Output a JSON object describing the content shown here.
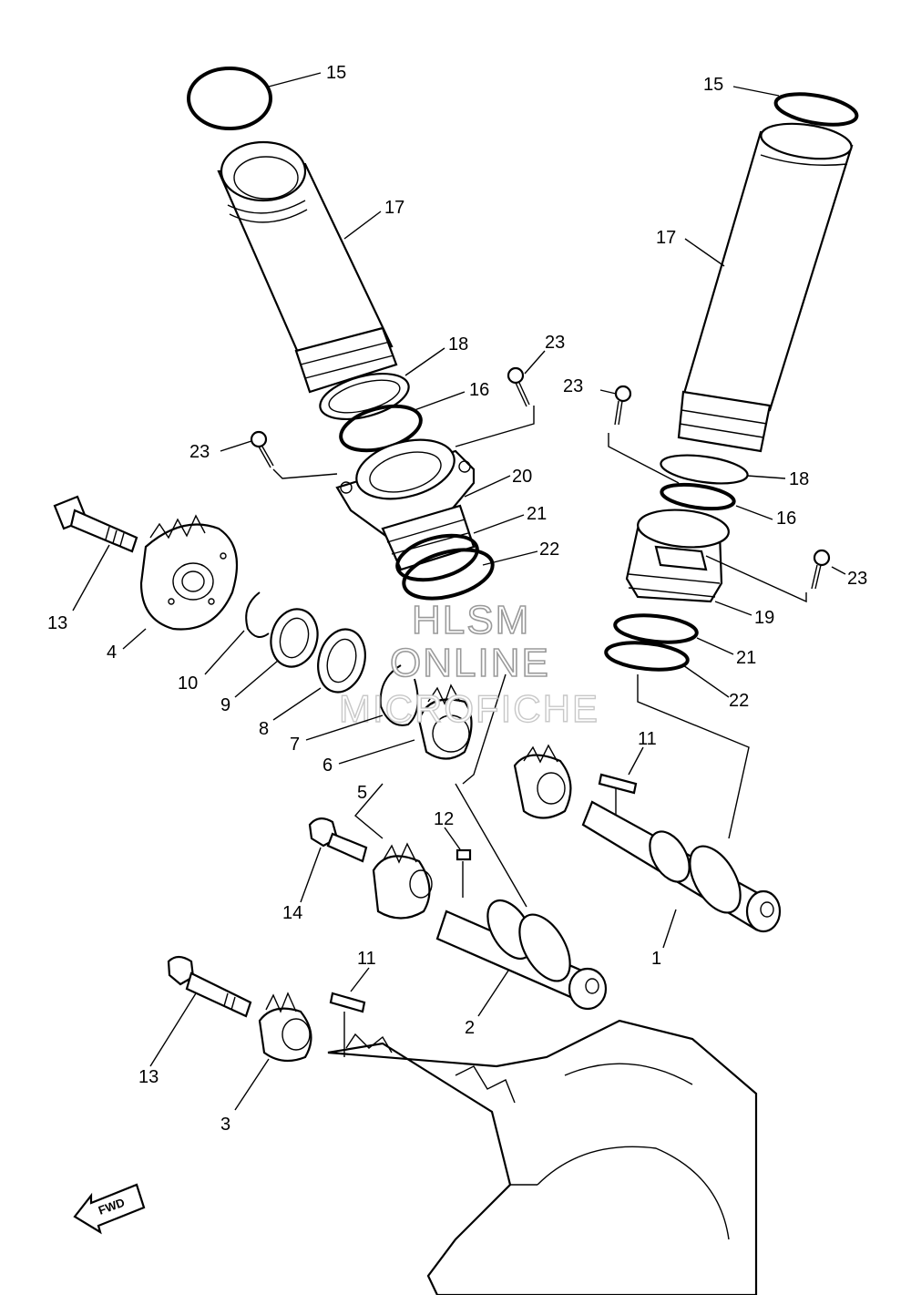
{
  "watermark": {
    "line1": "HLSM",
    "line2": "ONLINE",
    "line3": "MICROFICHE"
  },
  "direction_badge": "FWD",
  "callouts": {
    "c15a": "15",
    "c15b": "15",
    "c17a": "17",
    "c17b": "17",
    "c18a": "18",
    "c18b": "18",
    "c16a": "16",
    "c16b": "16",
    "c23a": "23",
    "c23b": "23",
    "c23c": "23",
    "c23d": "23",
    "c20": "20",
    "c21a": "21",
    "c21b": "21",
    "c22a": "22",
    "c22b": "22",
    "c19": "19",
    "c13a": "13",
    "c13b": "13",
    "c4": "4",
    "c10": "10",
    "c9": "9",
    "c8": "8",
    "c7": "7",
    "c6": "6",
    "c5": "5",
    "c11a": "11",
    "c11b": "11",
    "c12": "12",
    "c14": "14",
    "c1": "1",
    "c2": "2",
    "c3": "3"
  },
  "colors": {
    "line": "#000000",
    "background": "#ffffff",
    "watermark_outline": "#9a9a9a"
  }
}
